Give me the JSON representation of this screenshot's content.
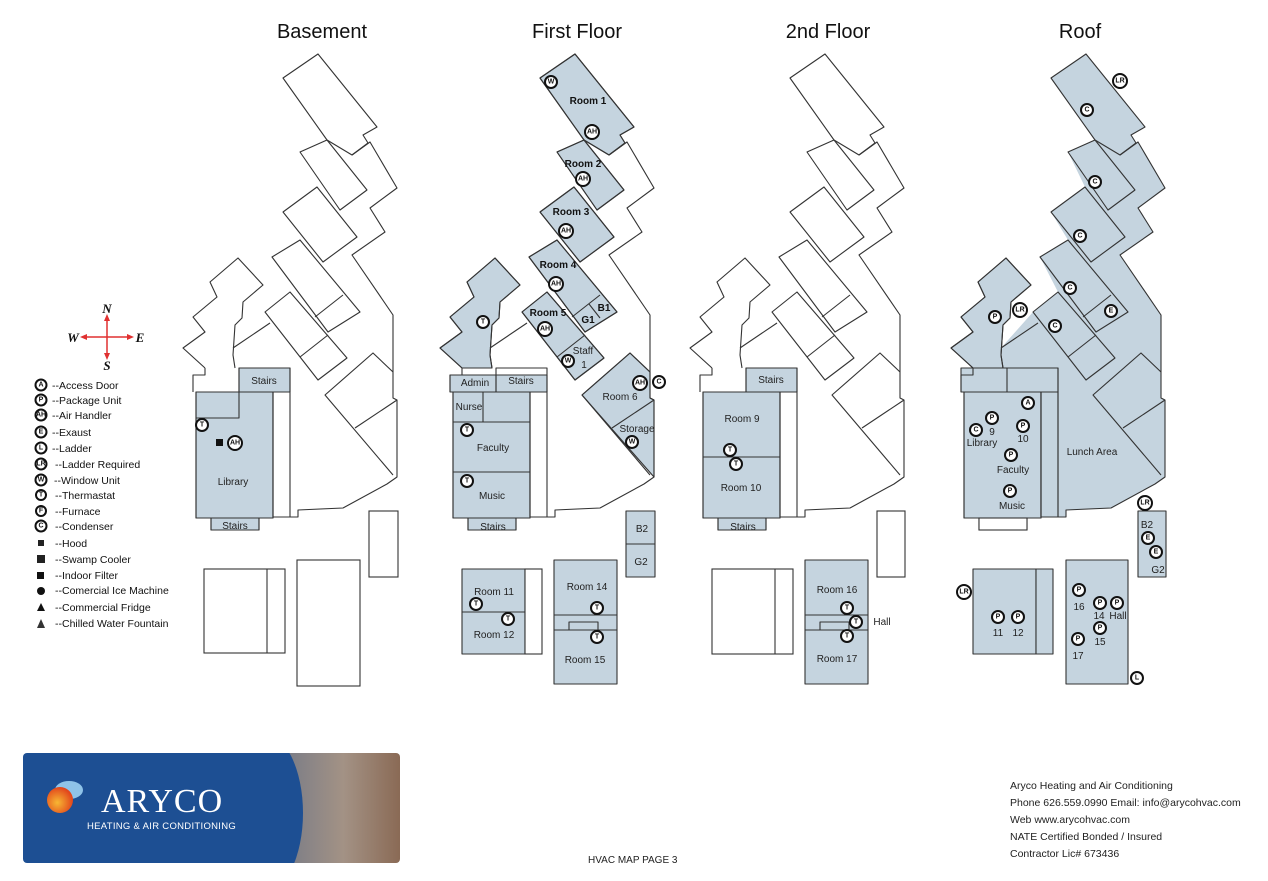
{
  "floors": [
    {
      "title": "Basement",
      "rooms": [
        "Stairs",
        "Library",
        "Stairs"
      ]
    },
    {
      "title": "First Floor",
      "rooms": [
        "Room 1",
        "Room 2",
        "Room 3",
        "Room 4",
        "Room 5",
        "B1",
        "G1",
        "Staff",
        "1",
        "Room 6",
        "Storage",
        "Admin",
        "Stairs",
        "Nurse",
        "Faculty",
        "Music",
        "Stairs",
        "B2",
        "G2",
        "Room 11",
        "Room 12",
        "Room 14",
        "Room 15"
      ]
    },
    {
      "title": "2nd Floor",
      "rooms": [
        "Stairs",
        "Room 9",
        "Room 10",
        "Stairs",
        "Room 16",
        "Room 17",
        "Hall"
      ]
    },
    {
      "title": "Roof",
      "rooms": [
        "9",
        "10",
        "Library",
        "Faculty",
        "Music",
        "Lunch Area",
        "B2",
        "G2",
        "11",
        "12",
        "16",
        "14",
        "Hall",
        "15",
        "17"
      ]
    }
  ],
  "compass": {
    "n": "N",
    "s": "S",
    "e": "E",
    "w": "W",
    "color": "#e03030"
  },
  "legend": {
    "items": [
      {
        "code": "A",
        "label": "--Access Door"
      },
      {
        "code": "P",
        "label": "--Package Unit"
      },
      {
        "code": "AH",
        "label": "--Air Handler"
      },
      {
        "code": "E",
        "label": "--Exaust"
      },
      {
        "code": "L",
        "label": "--Ladder"
      },
      {
        "code": "LR",
        "label": "--Ladder Required"
      },
      {
        "code": "W",
        "label": "--Window Unit"
      },
      {
        "code": "T",
        "label": "--Thermastat"
      },
      {
        "code": "F",
        "label": "--Furnace"
      },
      {
        "code": "C",
        "label": "--Condenser"
      },
      {
        "code": "",
        "label": "--Hood"
      },
      {
        "code": "",
        "label": "--Swamp Cooler"
      },
      {
        "code": "",
        "label": "--Indoor Filter"
      },
      {
        "code": "",
        "label": "--Comercial Ice Machine"
      },
      {
        "code": "",
        "label": "--Commercial Fridge"
      },
      {
        "code": "",
        "label": "--Chilled Water Fountain"
      }
    ]
  },
  "company": {
    "logo_name": "ARYCO",
    "logo_tagline": "HEATING & AIR CONDITIONING",
    "lines": [
      "Aryco Heating and Air Conditioning",
      "Phone 626.559.0990  Email: info@arycohvac.com",
      "Web www.arycohvac.com",
      "NATE Certified Bonded / Insured",
      "Contractor Lic# 673436"
    ]
  },
  "footer": "HVAC MAP PAGE 3",
  "colors": {
    "room_fill": "#c5d4df",
    "logo_blue": "#1d4f93"
  }
}
